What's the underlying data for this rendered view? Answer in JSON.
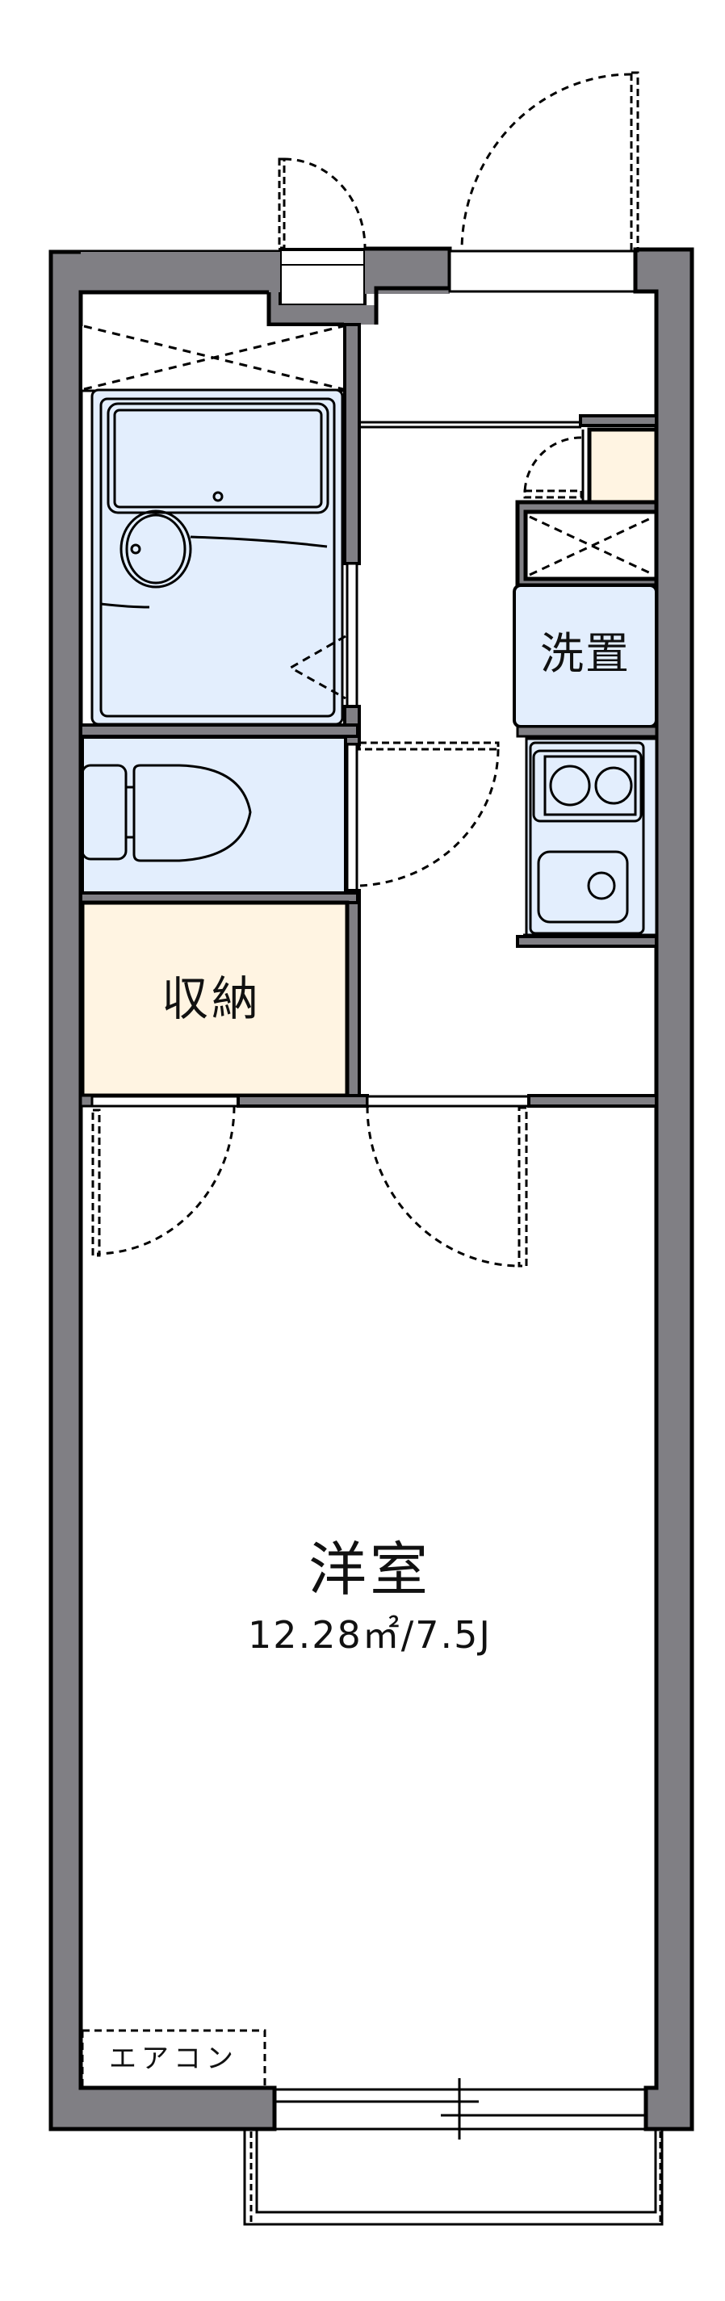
{
  "floor_plan": {
    "rooms": [
      {
        "id": "western_room",
        "label": "洋室",
        "area": "12.28㎡/7.5J"
      },
      {
        "id": "storage",
        "label": "収納"
      },
      {
        "id": "washer_space",
        "label": "洗置"
      },
      {
        "id": "aircon",
        "label": "エアコン"
      }
    ],
    "fixtures": [
      "unit-bath",
      "toilet",
      "kitchen-stove-2-burner",
      "kitchen-sink",
      "shoe-cabinet",
      "pipe-shaft",
      "washer-pan",
      "balcony"
    ],
    "colors": {
      "wall": "#807f84",
      "wet_area": "#e3eefd",
      "storage_fill": "#fff4e2",
      "line": "#000000"
    }
  }
}
